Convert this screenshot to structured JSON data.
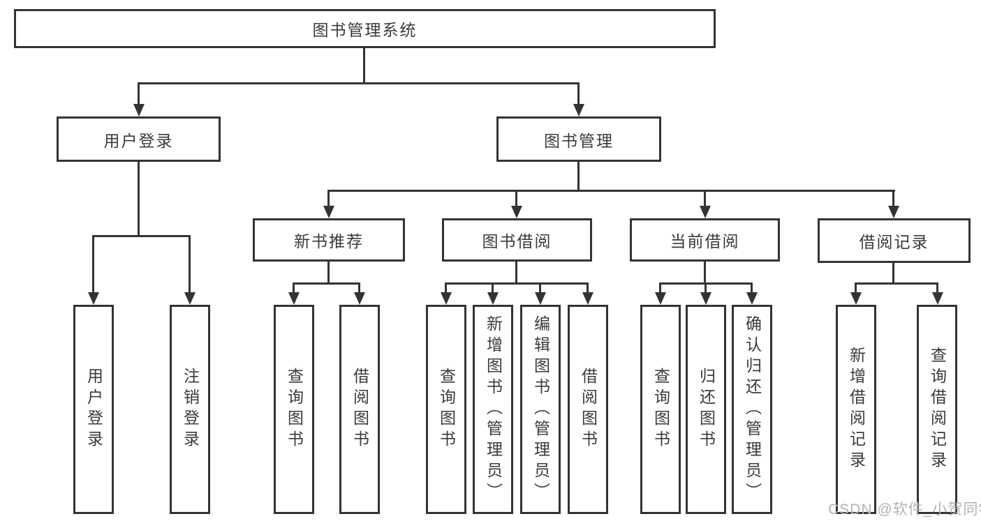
{
  "tree": {
    "label": "图书管理系统",
    "children": [
      {
        "label": "用户登录",
        "children": [
          {
            "label": "用户登录"
          },
          {
            "label": "注销登录"
          }
        ]
      },
      {
        "label": "图书管理",
        "children": [
          {
            "label": "新书推荐",
            "children": [
              {
                "label": "查询图书"
              },
              {
                "label": "借阅图书"
              }
            ]
          },
          {
            "label": "图书借阅",
            "children": [
              {
                "label": "查询图书"
              },
              {
                "label": "新增图书（管理员）"
              },
              {
                "label": "编辑图书（管理员）"
              },
              {
                "label": "借阅图书"
              }
            ]
          },
          {
            "label": "当前借阅",
            "children": [
              {
                "label": "查询图书"
              },
              {
                "label": "归还图书"
              },
              {
                "label": "确认归还（管理员）"
              }
            ]
          },
          {
            "label": "借阅记录",
            "children": [
              {
                "label": "新增借阅记录"
              },
              {
                "label": "查询借阅记录"
              }
            ]
          }
        ]
      }
    ]
  },
  "watermark": {
    "text": "CSDN @软件_小贺同学"
  },
  "colors": {
    "line": "#333333",
    "box_border": "#333333",
    "text": "#3a3a3a",
    "watermark": "#b3b3b3",
    "background": "#ffffff"
  }
}
